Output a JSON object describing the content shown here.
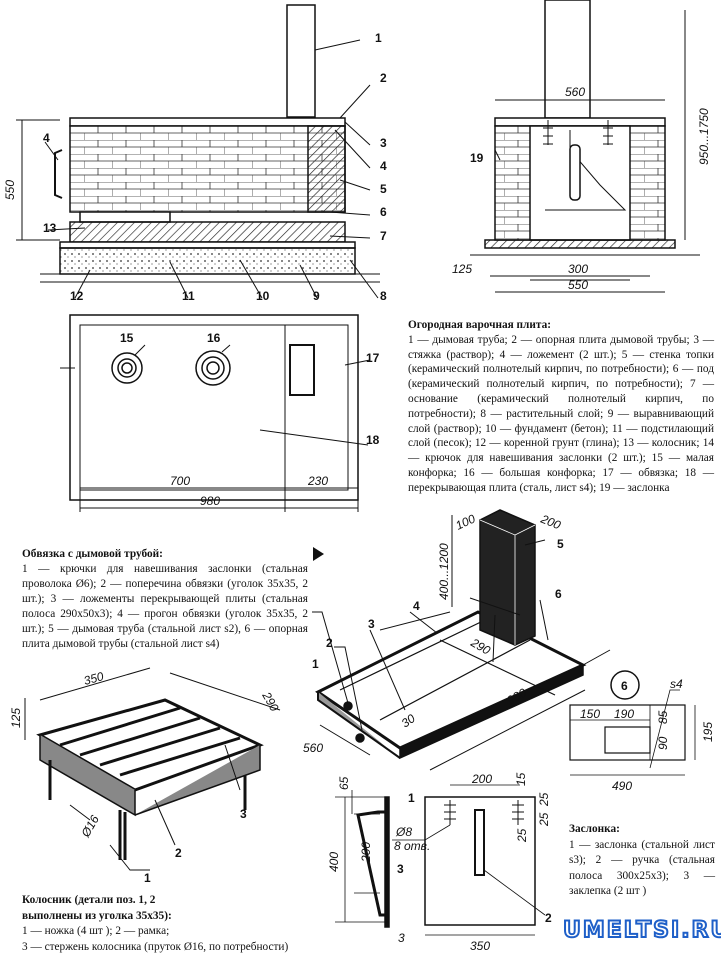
{
  "section_side": {
    "callouts": [
      "1",
      "2",
      "3",
      "4",
      "5",
      "6",
      "7",
      "8",
      "9",
      "10",
      "11",
      "12",
      "13",
      "4"
    ],
    "height_dim": "550"
  },
  "section_front": {
    "callouts": [
      "19"
    ],
    "dims": {
      "top_width": "560",
      "height": "950...1750",
      "left_offset": "125",
      "firebox_width": "300",
      "base_width": "550"
    }
  },
  "plan": {
    "callouts": [
      "15",
      "16",
      "17",
      "18"
    ],
    "dims": {
      "firebox": "700",
      "right_part": "230",
      "total": "980"
    }
  },
  "legend_stove": {
    "title": "Огородная варочная плита:",
    "text": "1 — дымовая труба; 2 — опорная плита дымовой трубы; 3 — стяжка (раствор); 4 — ложемент (2 шт.); 5 — стенка топки (керамический полнотелый кирпич, по потребности); 6 — под (керамический полнотелый кирпич, по потребности); 7 — основание (керамический полнотелый кирпич, по потребности); 8 — растительный слой; 9 — выравнивающий слой (раствор); 10 — фундамент (бетон); 11 — подстилающий слой (песок); 12 — коренной грунт (глина); 13 — колосник; 14 — крючок для навешивания заслонки (2 шт.); 15 — малая конфорка; 16 — большая конфорка; 17 — обвязка; 18 — перекрывающая плита (сталь, лист s4); 19 — заслонка"
  },
  "legend_frame": {
    "title": "Обвязка с дымовой трубой:",
    "text": "1 — крючки для навешивания заслонки (стальная проволока Ø6); 2 — поперечина обвязки (уголок 35x35, 2 шт.); 3 — ложементы перекрывающей плиты (стальная полоса 290x50x3); 4 — прогон обвязки (уголок 35x35, 2 шт.); 5 — дымовая труба (стальной лист s2), 6 — опорная плита дымовой трубы (стальной лист s4)"
  },
  "iso": {
    "callouts": [
      "1",
      "2",
      "3",
      "4",
      "5",
      "6"
    ],
    "dims": {
      "pipe_depth": "100",
      "pipe_width": "200",
      "pipe_height": "400...1200",
      "lodgement": "290",
      "length": "980",
      "width": "560",
      "offset": "30"
    }
  },
  "grate": {
    "callouts": [
      "1",
      "2",
      "3"
    ],
    "dims": {
      "length": "350",
      "width": "290",
      "height": "125",
      "rod": "Ø16"
    }
  },
  "detail6": {
    "label": "6",
    "thickness": "s4",
    "dims": {
      "left": "150",
      "hole_width": "190",
      "top": "85",
      "hole_height": "90",
      "height": "195",
      "width": "490"
    }
  },
  "damper": {
    "callouts": [
      "1",
      "2",
      "3",
      "1"
    ],
    "dims": {
      "top": "65",
      "hook": "200",
      "height": "400",
      "thickness": "3",
      "holes": "Ø8",
      "holes_count": "8 отв.",
      "spacing": "200",
      "edge": "15",
      "pitch1": "25",
      "pitch2": "25",
      "pitch3": "25",
      "width": "350"
    }
  },
  "legend_grate": {
    "title1": "Колосник (детали поз. 1, 2",
    "title2": "выполнены из уголка 35x35):",
    "line1": "1 — ножка (4 шт ); 2 — рамка;",
    "line2": "3 — стержень колосника (пруток Ø16, по потребности)"
  },
  "legend_damper": {
    "title": "Заслонка:",
    "text": "1 — заслонка (стальной лист s3); 2 — ручка (стальная полоса 300x25x3); 3 — заклепка (2 шт )"
  },
  "watermark": "UMELTSI.RU"
}
